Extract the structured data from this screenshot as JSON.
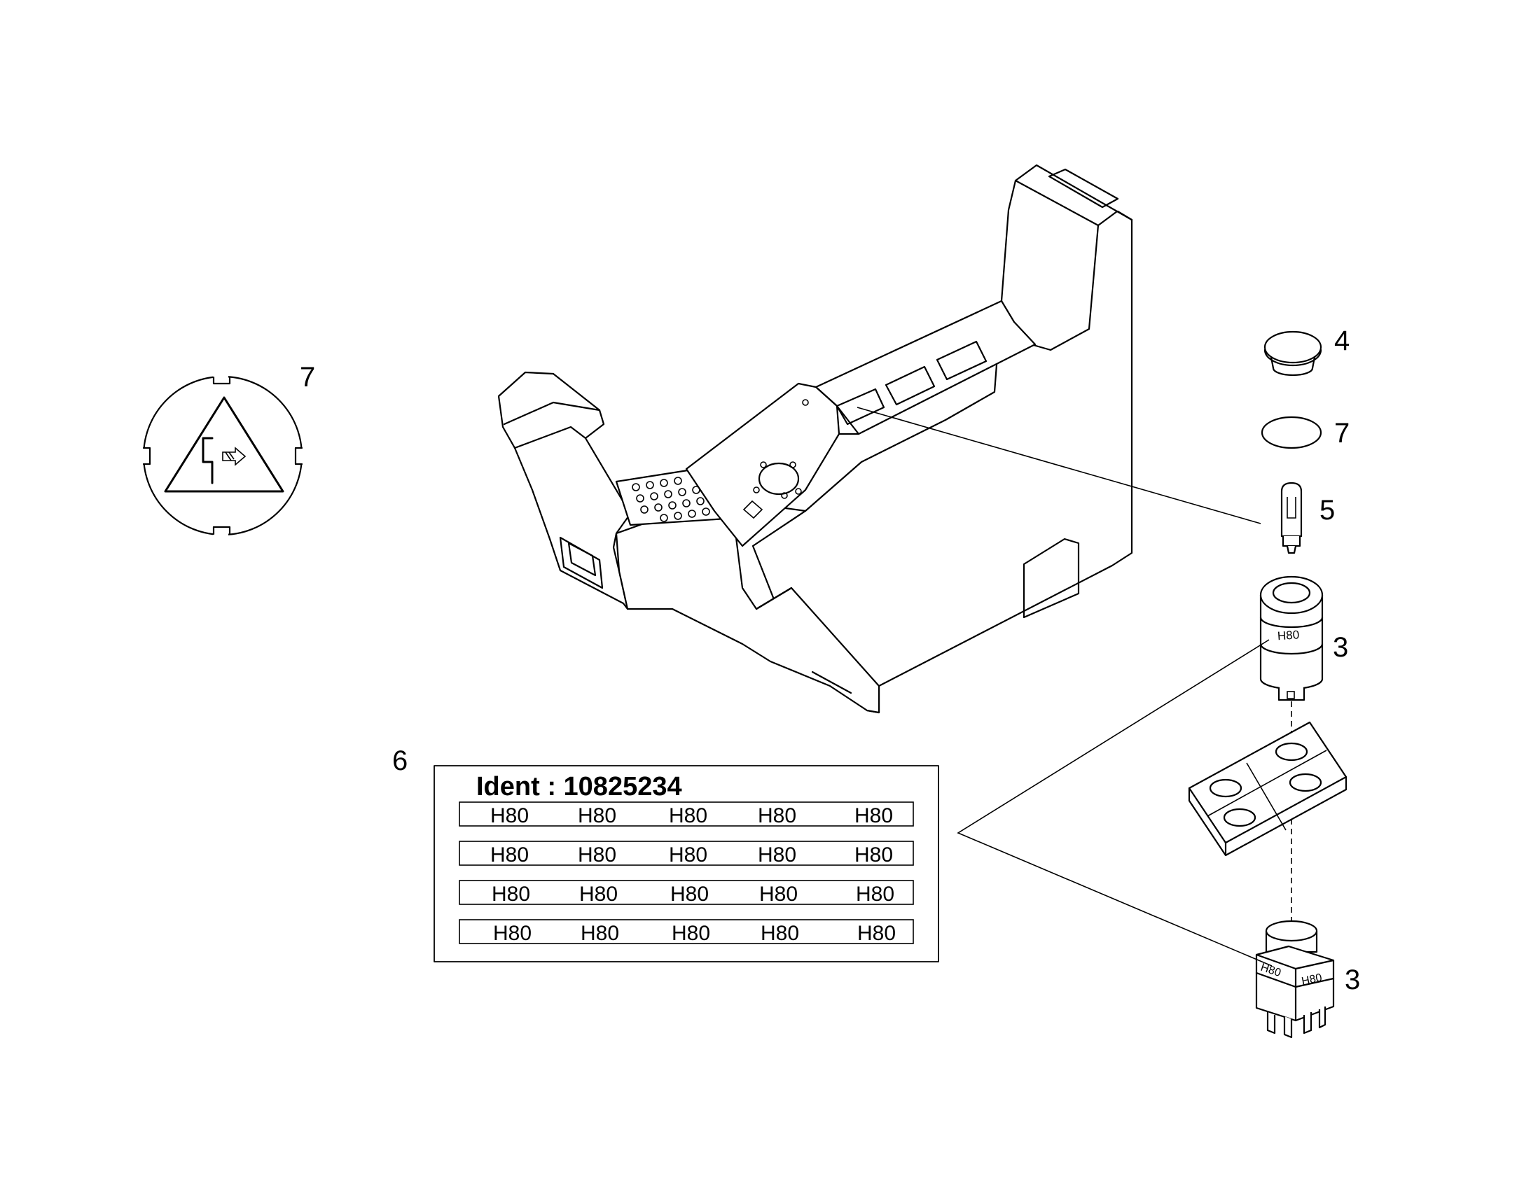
{
  "callouts": {
    "c7_top": "7",
    "c4": "4",
    "c7_right": "7",
    "c5": "5",
    "c3_upper": "3",
    "c6": "6",
    "c3_lower": "3"
  },
  "label_sheet": {
    "title": "Ident : 10825234",
    "rows": [
      [
        "H80",
        "H80",
        "H80",
        "H80",
        "H80"
      ],
      [
        "H80",
        "H80",
        "H80",
        "H80",
        "H80"
      ],
      [
        "H80",
        "H80",
        "H80",
        "H80",
        "H80"
      ],
      [
        "H80",
        "H80",
        "H80",
        "H80",
        "H80"
      ]
    ]
  },
  "switch_labels": {
    "cap": "H80",
    "body_left": "H80",
    "body_right": "H80"
  }
}
